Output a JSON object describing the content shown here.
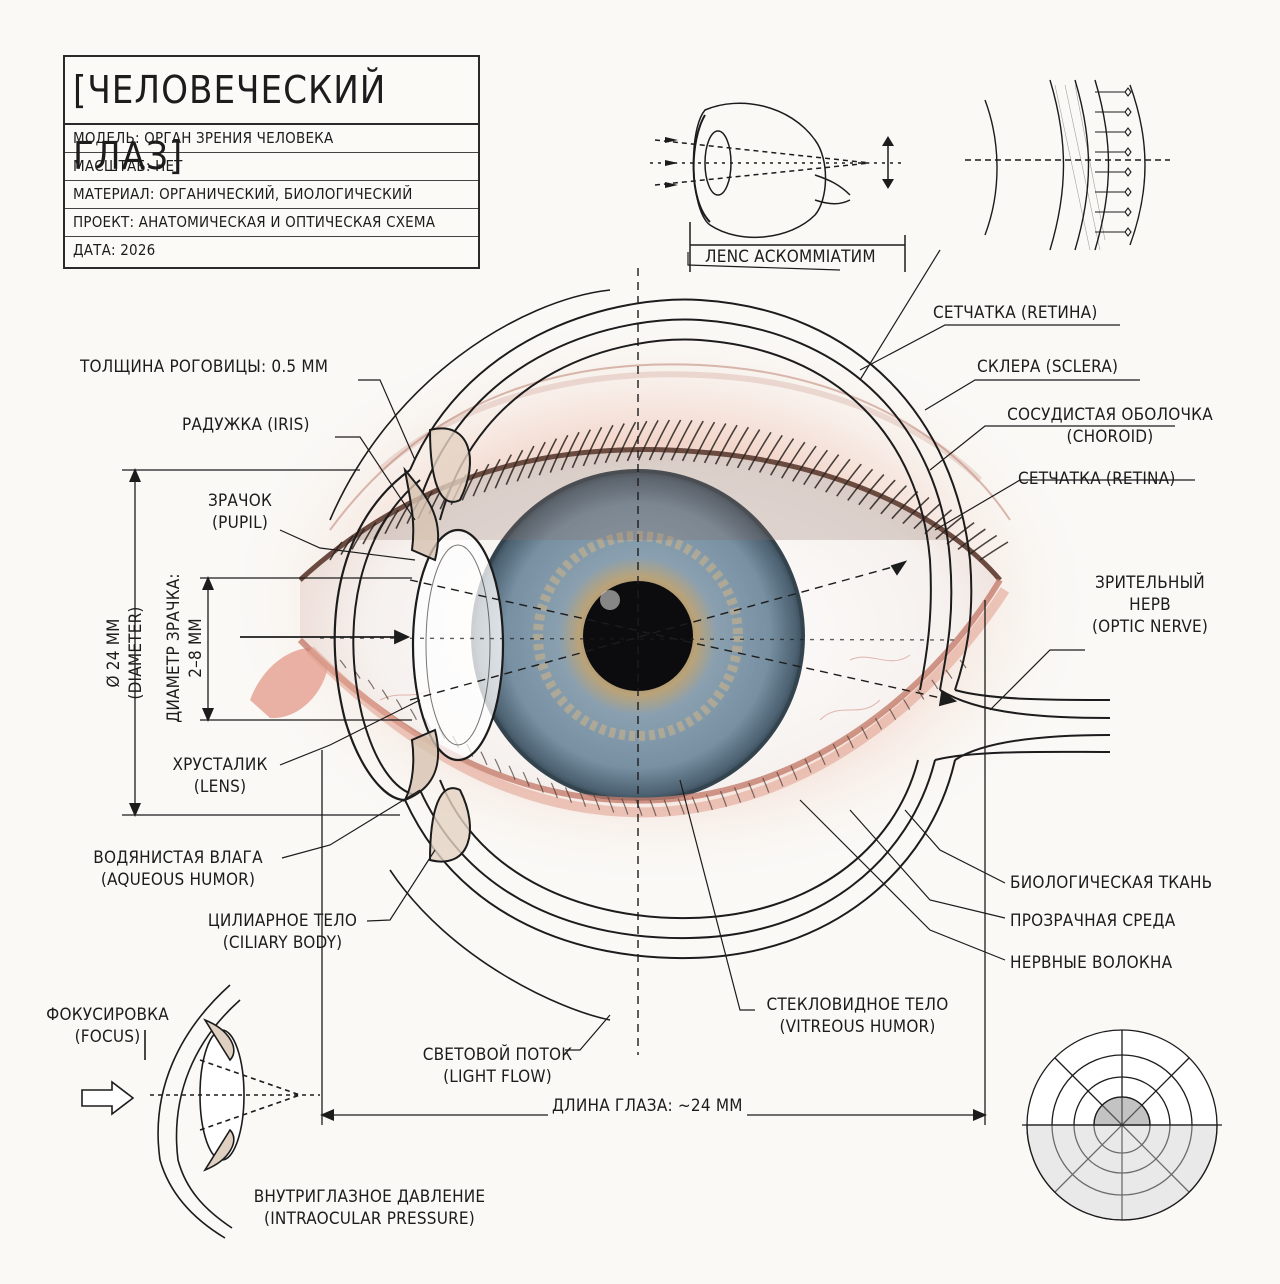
{
  "title_block": {
    "title": "[ЧЕЛОВЕЧЕСКИЙ ГЛАЗ]",
    "rows": [
      "МОДЕЛЬ: ОРГАН ЗРЕНИЯ ЧЕЛОВЕКА",
      "МАСШТАБ: НЕТ",
      "МАТЕРИАЛ: ОРГАНИЧЕСКИЙ, БИОЛОГИЧЕСКИЙ",
      "ПРОЕКТ: АНАТОМИЧЕСКАЯ И ОПТИЧЕСКАЯ СХЕМА",
      "ДАТА: 2026"
    ]
  },
  "labels": {
    "lens_accommodation": "ЛЕNC АСКОММIАТИМ",
    "retina_top": "СЕТЧАТКА (RETИНА)",
    "sclera": "СКЛЕРА (SCLERA)",
    "choroid_1": "СОСУДИСТАЯ ОБОЛОЧКА",
    "choroid_2": "(CHOROID)",
    "retina_2": "СЕТЧАТКА (RETINA)",
    "optic_nerve_1": "ЗРИТЕЛЬНЫЙ",
    "optic_nerve_2": "НЕРВ",
    "optic_nerve_3": "(OPTIC NERVE)",
    "cornea_thickness": "ТОЛЩИНА РОГОВИЦЫ: 0.5 ММ",
    "iris": "РАДУЖКА (IRIS)",
    "pupil_1": "ЗРАЧОК",
    "pupil_2": "(PUPIL)",
    "diameter_1": "Ø 24 ММ",
    "diameter_2": "(DIAMETER)",
    "pupil_diameter_1": "ДИАМЕТР ЗРАЧКА:",
    "pupil_diameter_2": "2–8 ММ",
    "lens_1": "ХРУСТАЛИК",
    "lens_2": "(LENS)",
    "aqueous_1": "ВОДЯНИСТАЯ ВЛАГА",
    "aqueous_2": "(AQUEOUS HUMOR)",
    "ciliary_1": "ЦИЛИАРНОЕ ТЕЛО",
    "ciliary_2": "(CILIARY BODY)",
    "bio_tissue": "БИОЛОГИЧЕСКАЯ ТКАНЬ",
    "transparent": "ПРОЗРАЧНАЯ СРЕДА",
    "nerve_fibers": "НЕРВНЫЕ ВОЛОКНА",
    "vitreous_1": "СТЕКЛОВИДНОЕ ТЕЛО",
    "vitreous_2": "(VITREOUS HUMOR)",
    "light_flow_1": "СВЕТОВОЙ ПОТОК",
    "light_flow_2": "(LIGHT FLOW)",
    "eye_length": "ДЛИНА ГЛАЗА: ~24 ММ",
    "focus_1": "ФОКУСИРОВКА",
    "focus_2": "(FOCUS)",
    "iop_1": "ВНУТРИГЛАЗНОЕ ДАВЛЕНИЕ",
    "iop_2": "(INTRAOCULAR PRESSURE)"
  },
  "colors": {
    "ink": "#1c1c1c",
    "iris_blue": "#7f98aa",
    "iris_gold": "#b7a27a",
    "skin": "#e9b7a6",
    "eyelid_pink": "#e3a594"
  },
  "icons": [
    "arrow-right-icon",
    "double-arrow-icon"
  ]
}
